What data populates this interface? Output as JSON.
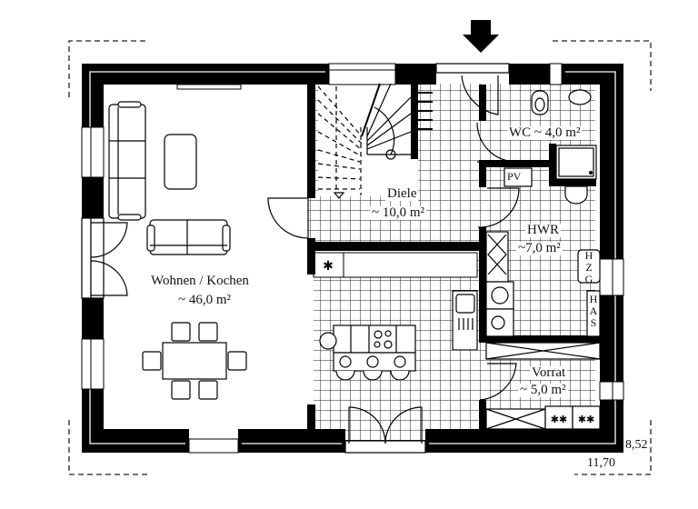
{
  "plan": {
    "entrance_marker": "arrow-down",
    "colors": {
      "wall": "#000000",
      "grid": "#222222",
      "background": "#ffffff"
    }
  },
  "rooms": {
    "wohnen": {
      "name": "Wohnen / Kochen",
      "area": "~ 46,0 m²"
    },
    "diele": {
      "name": "Diele",
      "area": "~ 10,0 m²"
    },
    "wc": {
      "name": "WC ~ 4,0 m²"
    },
    "hwr": {
      "name": "HWR",
      "area": "~7,0 m²"
    },
    "vorrat": {
      "name": "Vorrat",
      "area": "~ 5,0 m²"
    }
  },
  "fixtures": {
    "pv": "PV",
    "hzg": "HZG",
    "has": "HAS"
  },
  "dimensions": {
    "width": "11,70",
    "depth": "8,52"
  }
}
